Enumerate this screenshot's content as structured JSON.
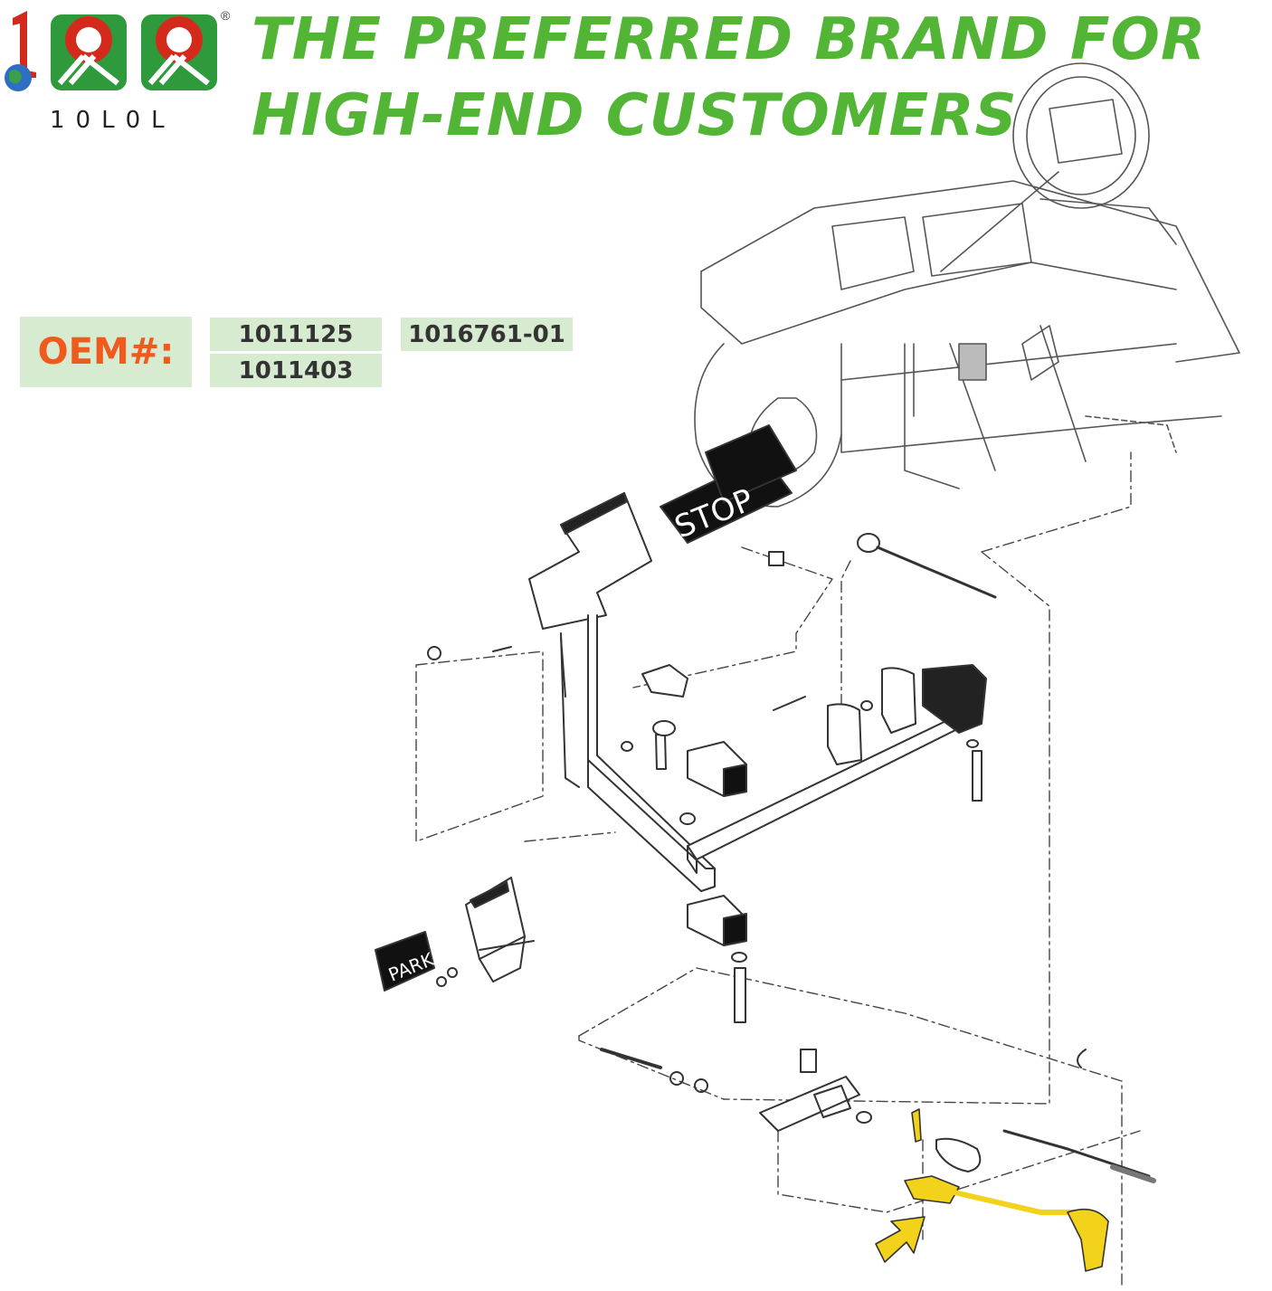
{
  "brand": {
    "logo_text": "10L0L",
    "registered_mark": "®",
    "colors": {
      "red": "#d42a1c",
      "green": "#2e9a3c",
      "headline_green": "#52b535"
    }
  },
  "headline": "THE PREFERRED BRAND FOR HIGH-END CUSTOMERS",
  "oem": {
    "label": "OEM#:",
    "part_numbers": [
      "1011125",
      "1011403",
      "1016761-01"
    ],
    "label_color": "#f05a1e",
    "box_color": "#d6ebcf"
  },
  "diagram": {
    "pedal_label": "STOP",
    "park_label": "PARK",
    "highlight_color": "#f2d21a"
  }
}
